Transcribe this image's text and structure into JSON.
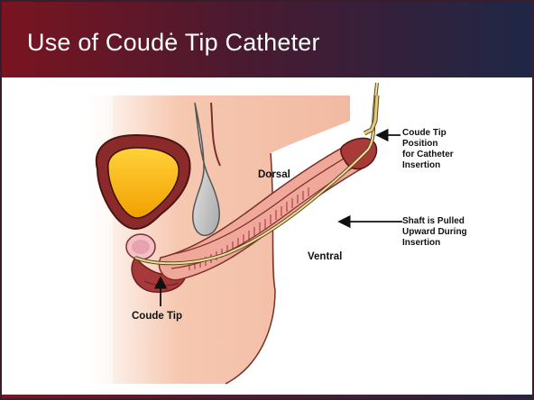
{
  "slide": {
    "title": "Use of Coudė Tip Catheter"
  },
  "labels": {
    "coude_tip_position": [
      "Coude Tip",
      "Position",
      "for Catheter",
      "Insertion"
    ],
    "shaft_pulled": [
      "Shaft is Pulled",
      "Upward During",
      "Insertion"
    ],
    "dorsal": "Dorsal",
    "ventral": "Ventral",
    "coude_tip": "Coude Tip"
  },
  "colors": {
    "title_bar_left": "#7a1420",
    "title_bar_right": "#1e2746",
    "title_text": "#ffffff",
    "bladder_fill": "#f2a000",
    "bladder_wall": "#8b2a2a",
    "skin": "#f2b9a2",
    "label_text": "#111111"
  },
  "icons": {
    "arrows": "black-pointer-arrow"
  }
}
